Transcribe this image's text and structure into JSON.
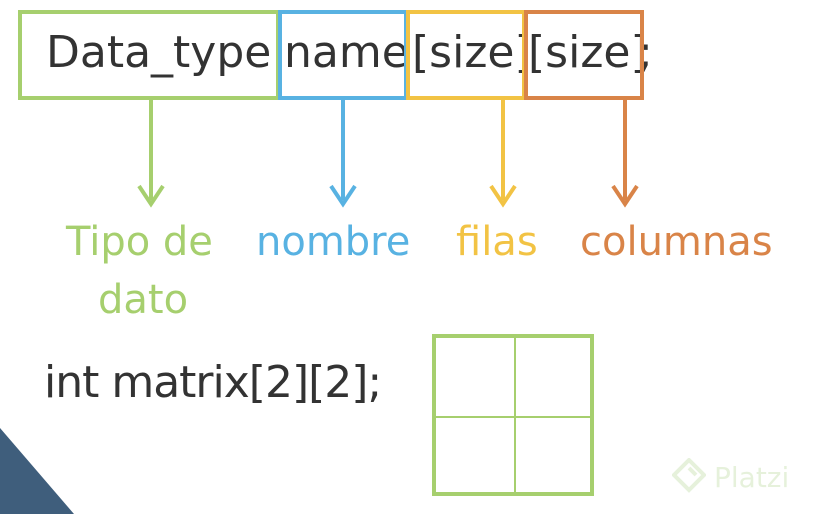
{
  "syntax": {
    "data_type": "Data_type",
    "name": "name",
    "rows": "[size]",
    "cols": "[size]",
    "terminator": ";"
  },
  "labels": {
    "tipo_line1": "Tipo de",
    "tipo_line2": "dato",
    "nombre": "nombre",
    "filas": "filas",
    "columnas": "columnas"
  },
  "example": {
    "code": "int matrix[2][2];",
    "grid": {
      "rows": 2,
      "cols": 2
    }
  },
  "watermark": {
    "text": "Platzi",
    "icon": "platzi-logo-icon"
  },
  "colors": {
    "green": "#a6cf6e",
    "blue": "#58b2e2",
    "yellow": "#f2c344",
    "orange": "#d98448",
    "text": "#333333",
    "corner": "#3f5e7c"
  }
}
